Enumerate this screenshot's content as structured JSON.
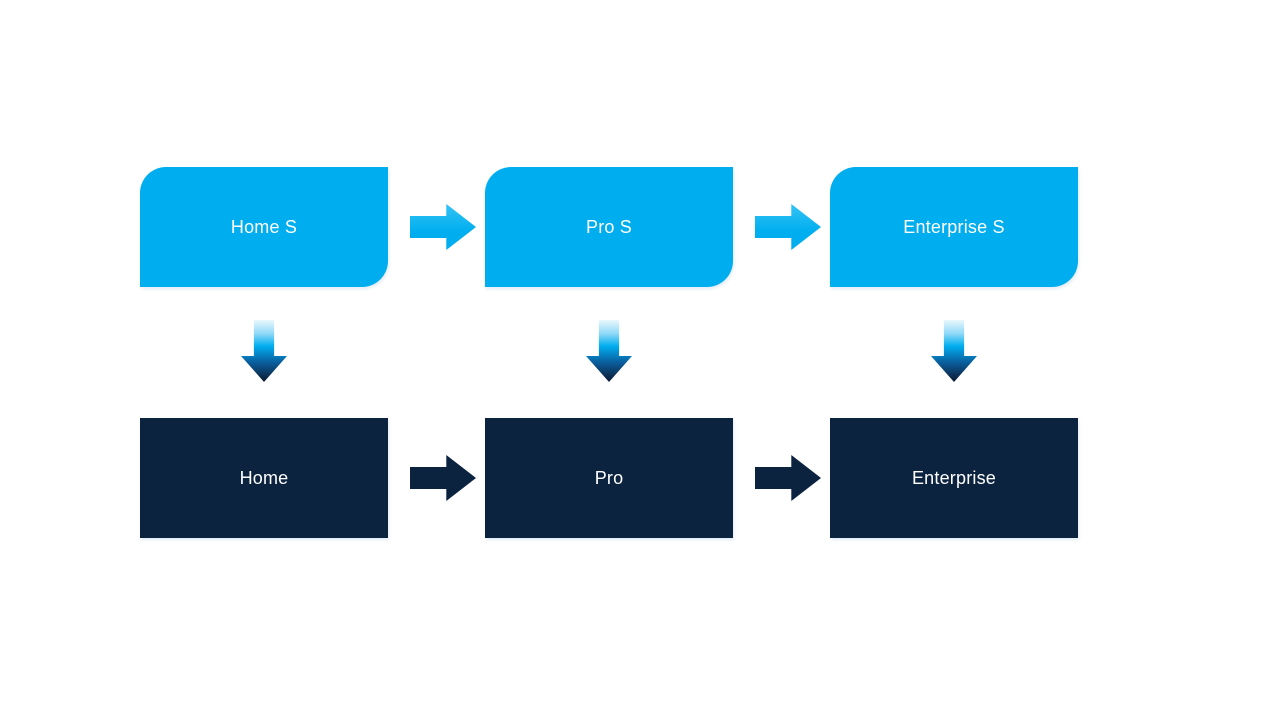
{
  "diagram": {
    "nodes": {
      "top": [
        {
          "label": "Home S"
        },
        {
          "label": "Pro S"
        },
        {
          "label": "Enterprise S"
        }
      ],
      "bottom": [
        {
          "label": "Home"
        },
        {
          "label": "Pro"
        },
        {
          "label": "Enterprise"
        }
      ]
    },
    "colors": {
      "light_blue": "#00AEEF",
      "dark_navy": "#0C2340",
      "text": "#FFFFFF"
    }
  }
}
